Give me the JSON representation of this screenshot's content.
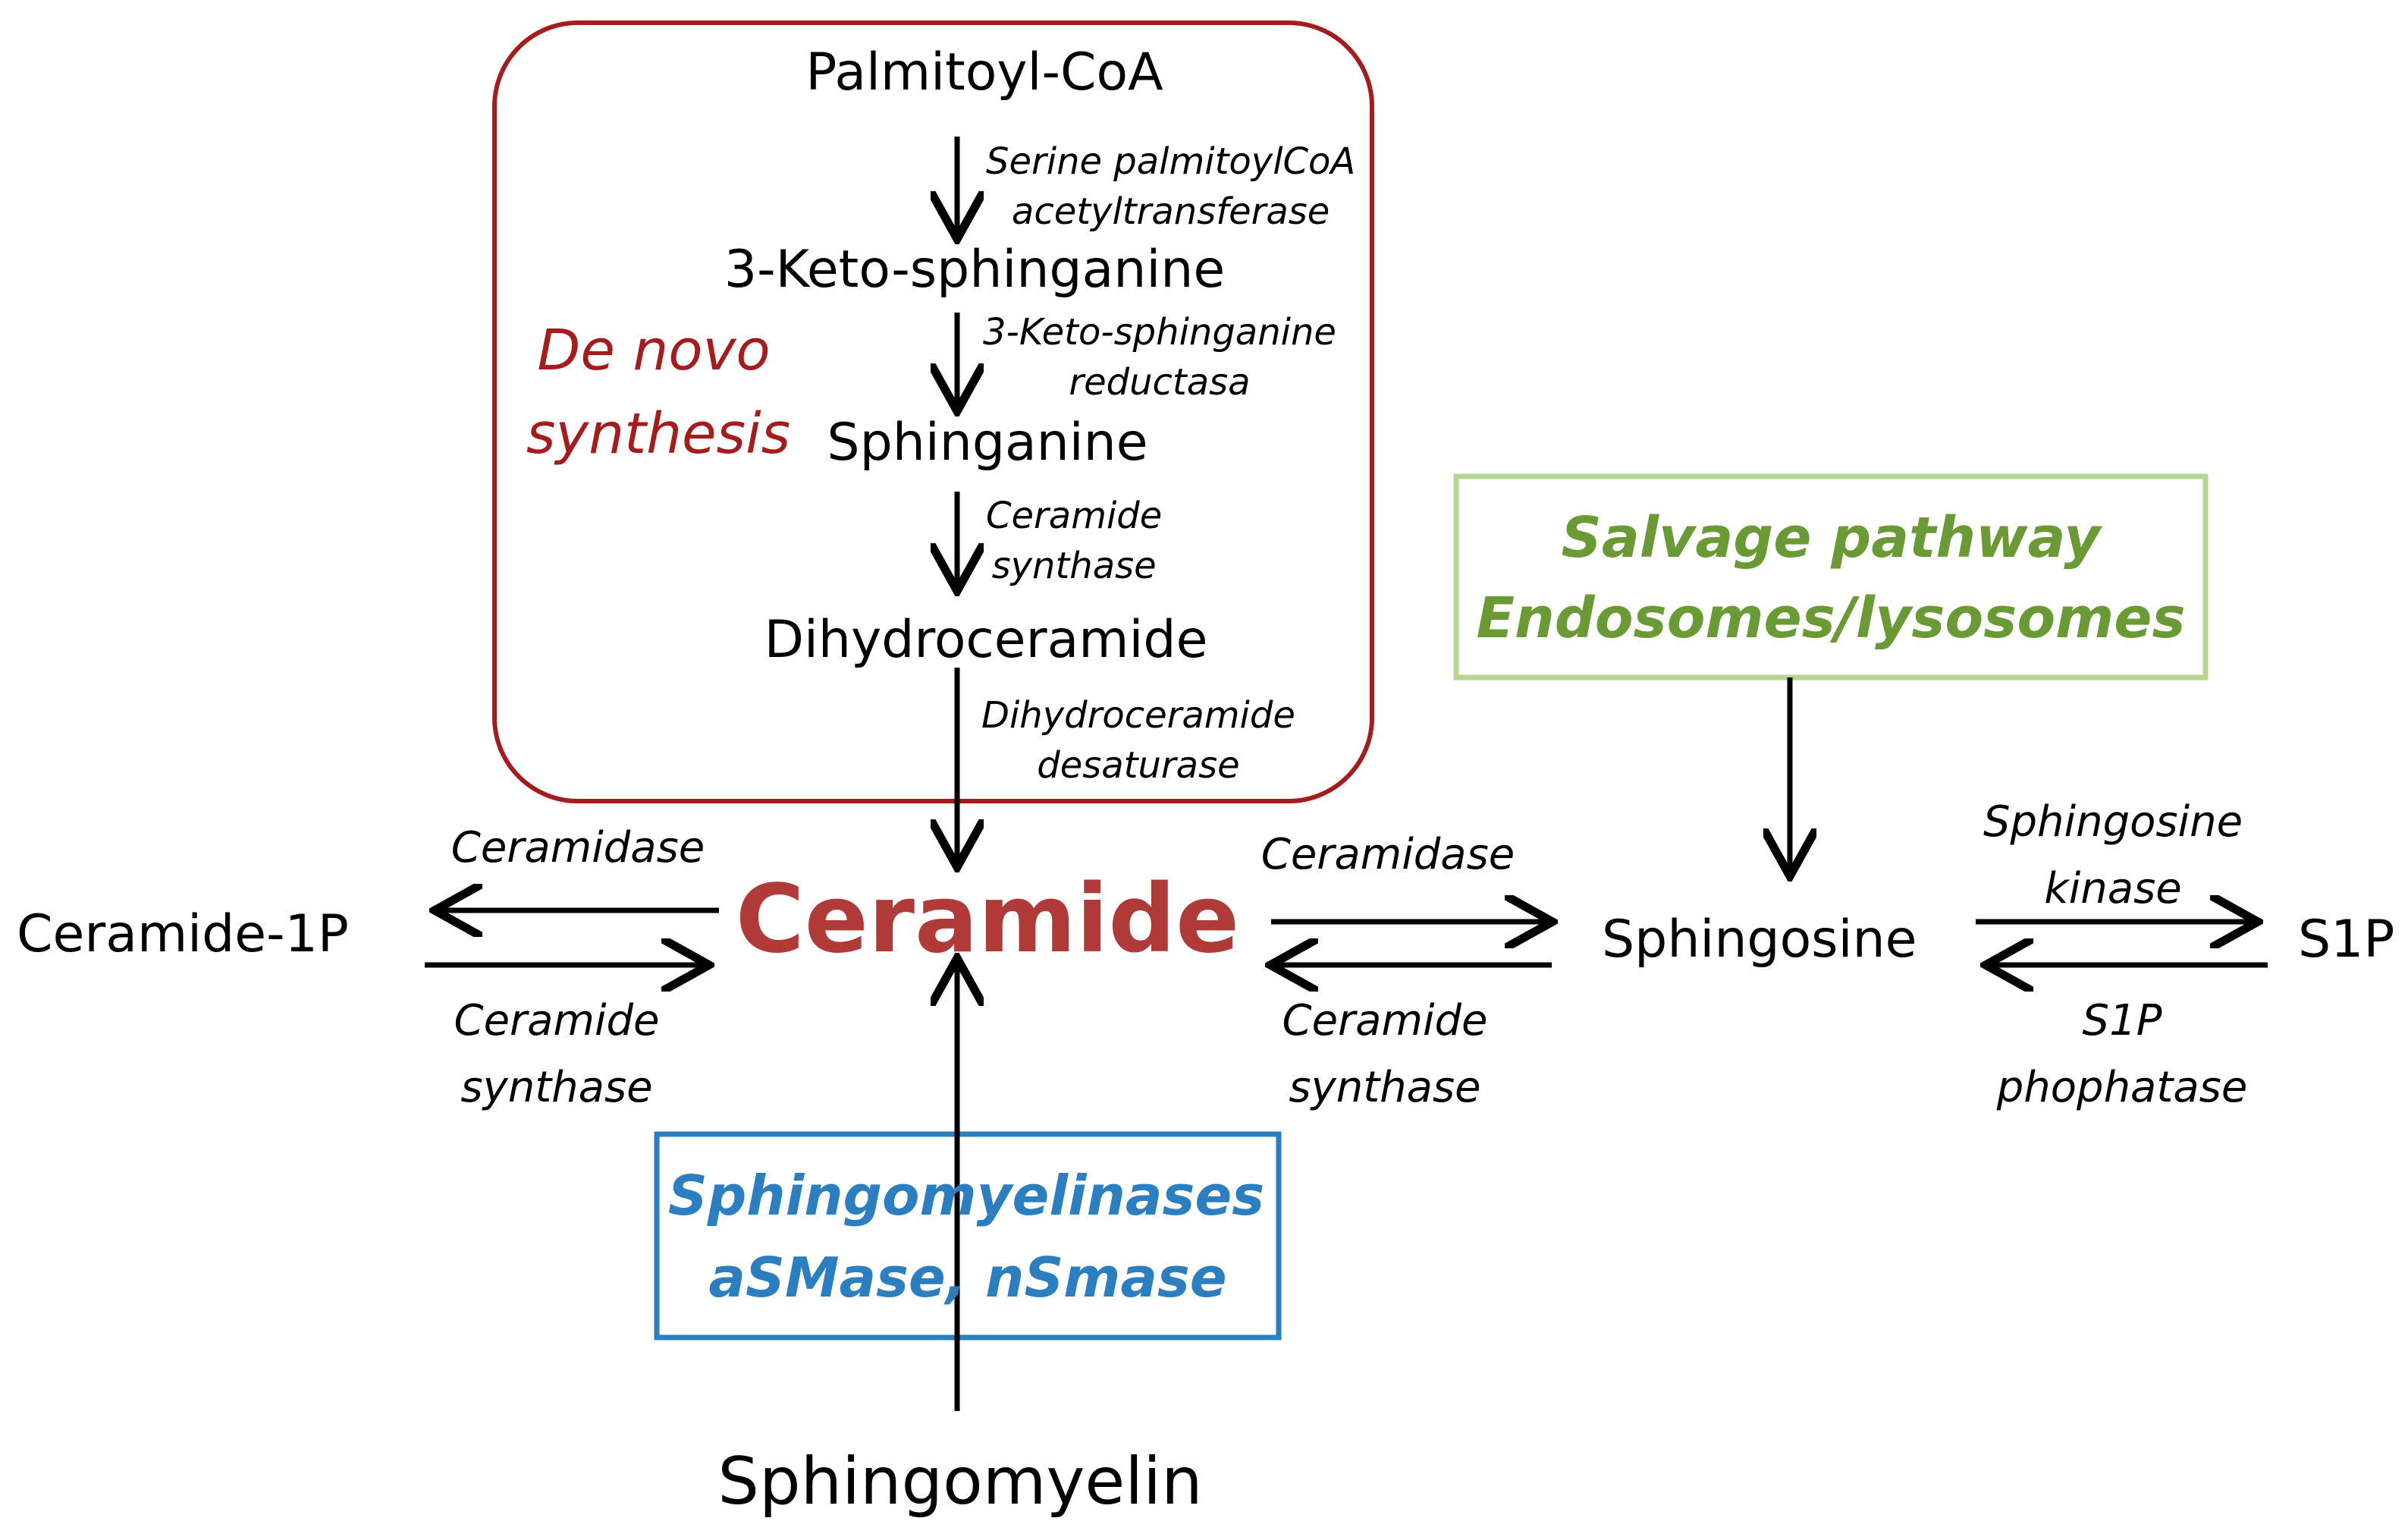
{
  "colors": {
    "denovo": "#a61c1c",
    "salvage": "#6a9a34",
    "salvage_border": "#b5d68f",
    "sphingomyelinase": "#2b7fc1",
    "ceramide": "#b03a37",
    "arrow": "#000000"
  },
  "denovo_box": {
    "title_line1": "De novo",
    "title_line2": "synthesis"
  },
  "metabolites": {
    "palmitoyl_coa": "Palmitoyl-CoA",
    "keto_sphinganine": "3-Keto-sphinganine",
    "sphinganine": "Sphinganine",
    "dihydroceramide": "Dihydroceramide",
    "ceramide": "Ceramide",
    "ceramide_1p": "Ceramide-1P",
    "sphingosine": "Sphingosine",
    "s1p": "S1P",
    "sphingomyelin": "Sphingomyelin"
  },
  "enzymes": {
    "serine_palmitoyl_line1": "Serine palmitoylCoA",
    "serine_palmitoyl_line2": "acetyltransferase",
    "keto_reductase_line1": "3-Keto-sphinganine",
    "keto_reductase_line2": "reductasa",
    "ceramide_synthase_denovo_line1": "Ceramide",
    "ceramide_synthase_denovo_line2": "synthase",
    "dihydroceramide_desaturase_line1": "Dihydroceramide",
    "dihydroceramide_desaturase_line2": "desaturase",
    "ceramidase_left": "Ceramidase",
    "ceramide_synthase_left_line1": "Ceramide",
    "ceramide_synthase_left_line2": "synthase",
    "ceramidase_right": "Ceramidase",
    "ceramide_synthase_right_line1": "Ceramide",
    "ceramide_synthase_right_line2": "synthase",
    "sphingosine_kinase_line1": "Sphingosine",
    "sphingosine_kinase_line2": "kinase",
    "s1p_phosphatase_line1": "S1P",
    "s1p_phosphatase_line2": "phophatase"
  },
  "salvage_box": {
    "line1": "Salvage pathway",
    "line2": "Endosomes/lysosomes"
  },
  "sphingomyelinase_box": {
    "line1": "Sphingomyelinases",
    "line2": "aSMase, nSmase"
  }
}
